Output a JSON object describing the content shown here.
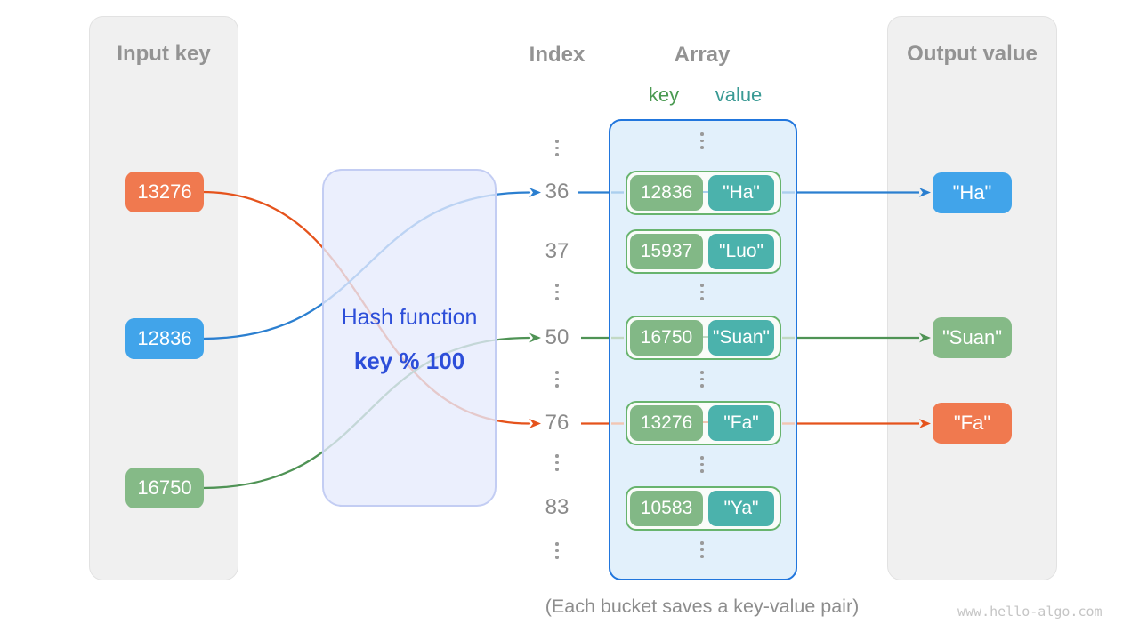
{
  "input_panel": {
    "title": "Input key",
    "keys": [
      {
        "label": "13276",
        "color": "#f0794f"
      },
      {
        "label": "12836",
        "color": "#41a4ea"
      },
      {
        "label": "16750",
        "color": "#85ba87"
      }
    ]
  },
  "hash_function": {
    "title": "Hash function",
    "formula": "key % 100"
  },
  "index_column": {
    "title": "Index",
    "values": [
      "36",
      "37",
      "50",
      "76",
      "83"
    ]
  },
  "array_panel": {
    "title": "Array",
    "key_header": "key",
    "value_header": "value",
    "pairs": [
      {
        "key": "12836",
        "value": "\"Ha\""
      },
      {
        "key": "15937",
        "value": "\"Luo\""
      },
      {
        "key": "16750",
        "value": "\"Suan\""
      },
      {
        "key": "13276",
        "value": "\"Fa\""
      },
      {
        "key": "10583",
        "value": "\"Ya\""
      }
    ]
  },
  "output_panel": {
    "title": "Output value",
    "values": [
      {
        "label": "\"Ha\"",
        "color": "#41a4ea"
      },
      {
        "label": "\"Suan\"",
        "color": "#85ba87"
      },
      {
        "label": "\"Fa\"",
        "color": "#f0794f"
      }
    ]
  },
  "figure": {
    "caption": "(Each bucket saves a key-value pair)",
    "watermark": "www.hello-algo.com"
  },
  "colors": {
    "chip_orange": "#f0794f",
    "chip_blue": "#41a4ea",
    "chip_green": "#85ba87",
    "chip_teal": "#4bb2ac",
    "line_orange": "#e5531c",
    "line_blue": "#2b7fd0",
    "line_green": "#4f9355",
    "array_border": "#2176dd",
    "pair_border": "#68b46e",
    "hash_box_border": "#c3cdf3",
    "hash_text": "#2d4ed9",
    "header_gray": "#939393"
  }
}
